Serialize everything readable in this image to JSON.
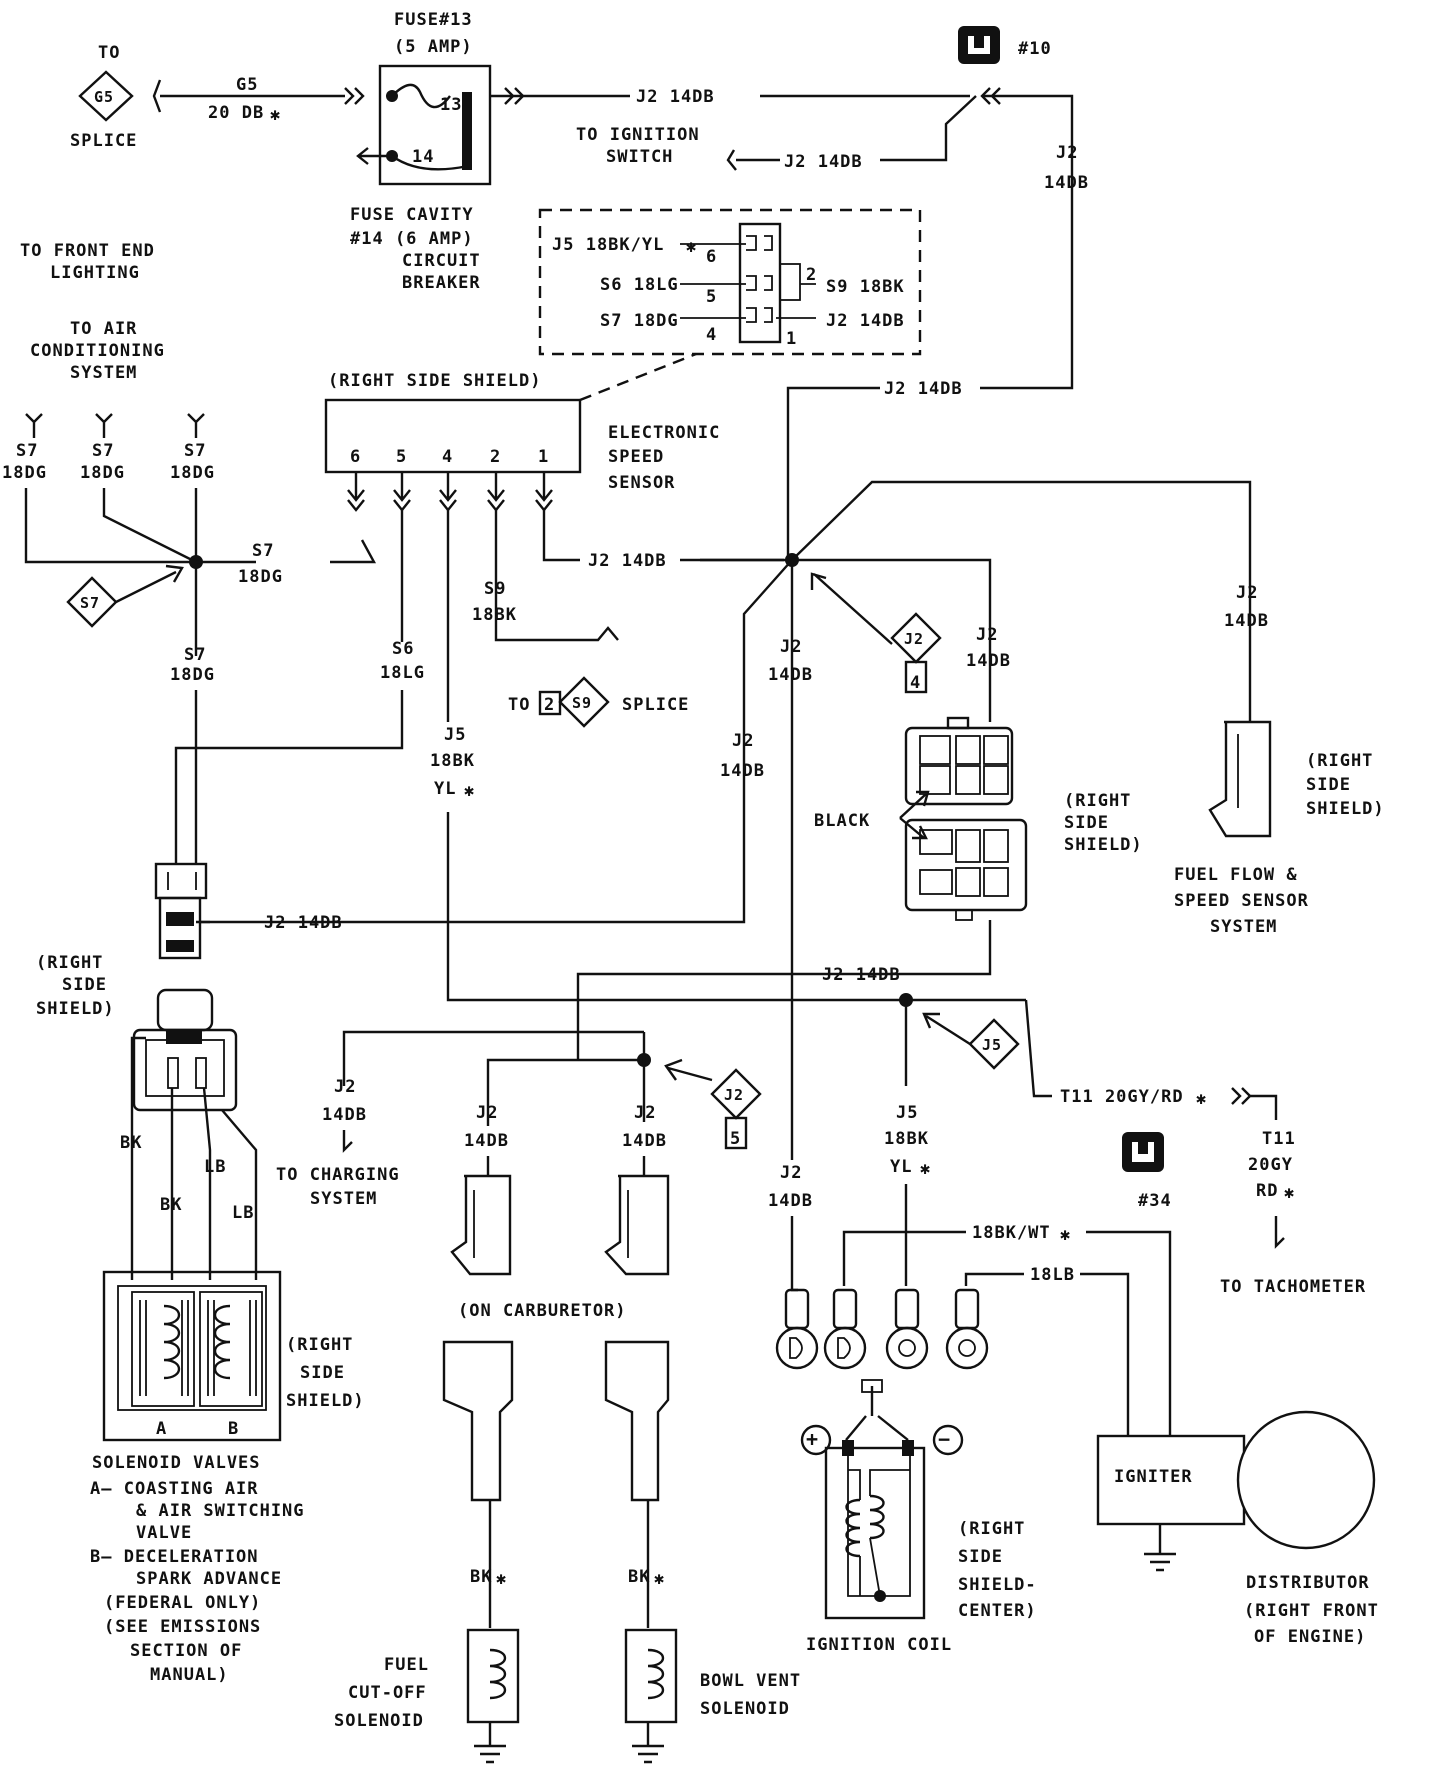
{
  "fuse13": {
    "title": "FUSE#13",
    "amp": "(5 AMP)",
    "pin13": "13",
    "pin14": "14"
  },
  "g5": {
    "to": "TO",
    "id": "G5",
    "splice": "SPLICE",
    "wire1": "G5",
    "wire2": "20 DB"
  },
  "j2": {
    "id": "J2",
    "gauge": "14DB",
    "full": "J2 14DB",
    "j2_4_num": "4",
    "j2_5_num": "5"
  },
  "ign_switch": {
    "line1": "TO IGNITION",
    "line2": "SWITCH"
  },
  "conn10": {
    "label": "#10"
  },
  "conn34": {
    "label": "#34"
  },
  "fuse_cavity": {
    "l1": "FUSE CAVITY",
    "l2": "#14 (6 AMP)",
    "l3": "CIRCUIT",
    "l4": "BREAKER"
  },
  "front_end": {
    "l1": "TO FRONT END",
    "l2": "LIGHTING"
  },
  "air_cond": {
    "l1": "TO AIR",
    "l2": "CONDITIONING",
    "l3": "SYSTEM"
  },
  "s7": {
    "id": "S7",
    "gauge": "18DG"
  },
  "s6": {
    "id": "S6",
    "gauge": "18LG",
    "full": "S6 18LG"
  },
  "s9": {
    "id": "S9",
    "gauge": "18BK",
    "full": "S9 18BK"
  },
  "j5": {
    "id": "J5",
    "gauge": "18BK",
    "yl": "YL",
    "full": "J5 18BK/YL"
  },
  "s7full": "S7 18DG",
  "ess_conn": {
    "pin6": "6",
    "pin5": "5",
    "pin4": "4",
    "pin2": "2",
    "pin1": "1"
  },
  "shield_label": "(RIGHT SIDE SHIELD)",
  "speed_sensor": {
    "l1": "ELECTRONIC",
    "l2": "SPEED",
    "l3": "SENSOR"
  },
  "s9_splice": {
    "to": "TO",
    "num": "2",
    "splice": "SPLICE"
  },
  "black": "BLACK",
  "right_side_shield": {
    "l1": "(RIGHT",
    "l2": "SIDE",
    "l3": "SHIELD)"
  },
  "fuel_flow": {
    "l1": "FUEL FLOW &",
    "l2": "SPEED SENSOR",
    "l3": "SYSTEM"
  },
  "wire_colors": {
    "bk": "BK",
    "lb": "LB"
  },
  "solenoid_valves": {
    "title": "SOLENOID VALVES",
    "a": "A",
    "b": "B",
    "a1": "A— COASTING AIR",
    "a2": "& AIR SWITCHING",
    "a3": "VALVE",
    "b1": "B— DECELERATION",
    "b2": "SPARK ADVANCE",
    "b3": "(FEDERAL ONLY)",
    "b4": "(SEE EMISSIONS",
    "b5": "SECTION OF",
    "b6": "MANUAL)"
  },
  "charging": {
    "l1": "TO CHARGING",
    "l2": "SYSTEM"
  },
  "carb": "(ON CARBURETOR)",
  "bk_star": "BK",
  "fuel_cutoff": {
    "l1": "FUEL",
    "l2": "CUT-OFF",
    "l3": "SOLENOID"
  },
  "bowl_vent": {
    "l1": "BOWL VENT",
    "l2": "SOLENOID"
  },
  "t11": {
    "full": "T11 20GY/RD",
    "id": "T11",
    "gauge": "20GY",
    "rd": "RD"
  },
  "tach": "TO TACHOMETER",
  "coil_wires": {
    "bkwt": "18BK/WT",
    "lb": "18LB"
  },
  "coil": {
    "plus": "+",
    "minus": "−",
    "label": "IGNITION COIL"
  },
  "coil_shield": {
    "l1": "(RIGHT",
    "l2": "SIDE",
    "l3": "SHIELD-",
    "l4": "CENTER)"
  },
  "igniter": "IGNITER",
  "distributor": {
    "l1": "DISTRIBUTOR",
    "l2": "(RIGHT FRONT",
    "l3": "OF ENGINE)"
  }
}
